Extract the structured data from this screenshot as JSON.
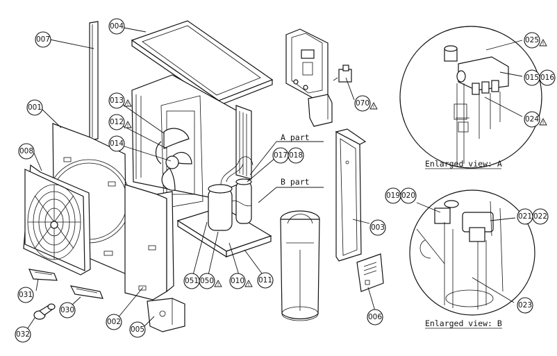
{
  "callouts": [
    {
      "id": "c001",
      "label": "001",
      "warn": false
    },
    {
      "id": "c002",
      "label": "002",
      "warn": false
    },
    {
      "id": "c003",
      "label": "003",
      "warn": false
    },
    {
      "id": "c004",
      "label": "004",
      "warn": false
    },
    {
      "id": "c005",
      "label": "005",
      "warn": false
    },
    {
      "id": "c006",
      "label": "006",
      "warn": false
    },
    {
      "id": "c007",
      "label": "007",
      "warn": false
    },
    {
      "id": "c008",
      "label": "008",
      "warn": false
    },
    {
      "id": "c010",
      "label": "010",
      "warn": true
    },
    {
      "id": "c011",
      "label": "011",
      "warn": false
    },
    {
      "id": "c012",
      "label": "012",
      "warn": true
    },
    {
      "id": "c013",
      "label": "013",
      "warn": true
    },
    {
      "id": "c014",
      "label": "014",
      "warn": false
    },
    {
      "id": "c015",
      "label": "015",
      "warn": false
    },
    {
      "id": "c016",
      "label": "016",
      "warn": false
    },
    {
      "id": "c017",
      "label": "017",
      "warn": false
    },
    {
      "id": "c018",
      "label": "018",
      "warn": false
    },
    {
      "id": "c019",
      "label": "019",
      "warn": false
    },
    {
      "id": "c020",
      "label": "020",
      "warn": false
    },
    {
      "id": "c021",
      "label": "021",
      "warn": false
    },
    {
      "id": "c022",
      "label": "022",
      "warn": false
    },
    {
      "id": "c023",
      "label": "023",
      "warn": false
    },
    {
      "id": "c024",
      "label": "024",
      "warn": true
    },
    {
      "id": "c025",
      "label": "025",
      "warn": true
    },
    {
      "id": "c030",
      "label": "030",
      "warn": false
    },
    {
      "id": "c031",
      "label": "031",
      "warn": false
    },
    {
      "id": "c032",
      "label": "032",
      "warn": false
    },
    {
      "id": "c050",
      "label": "050",
      "warn": true
    },
    {
      "id": "c051",
      "label": "051",
      "warn": false
    },
    {
      "id": "c070",
      "label": "070",
      "warn": true
    }
  ],
  "labels": {
    "a_part": "A part",
    "b_part": "B part",
    "enlarged_a": "Enlarged view: A",
    "enlarged_b": "Enlarged view: B"
  },
  "warning_symbol": "!"
}
